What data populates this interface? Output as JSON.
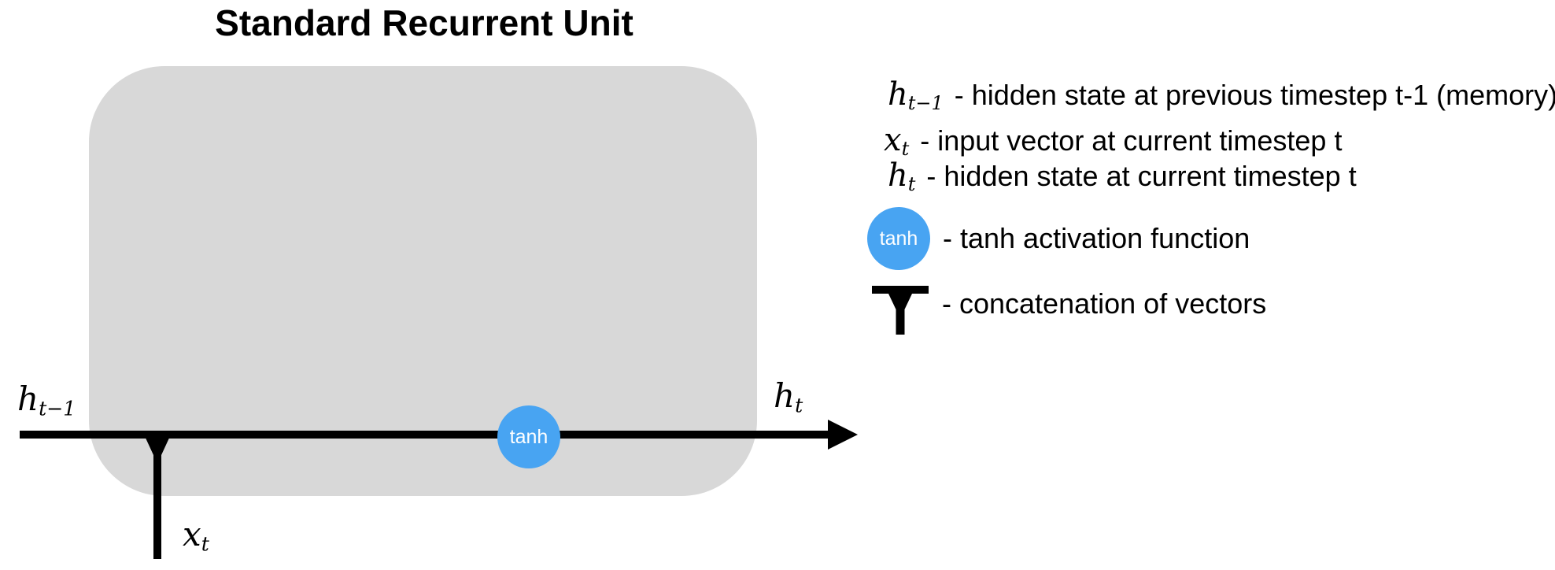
{
  "title": "Standard Recurrent Unit",
  "colors": {
    "accent_blue": "#48a4f2",
    "unit_gray": "#d8d8d8",
    "wire_black": "#000000"
  },
  "diagram": {
    "labels": {
      "prev_hidden": {
        "base": "h",
        "sub": "t−1"
      },
      "input": {
        "base": "x",
        "sub": "t"
      },
      "next_hidden": {
        "base": "h",
        "sub": "t"
      }
    },
    "tanh_node_label": "tanh"
  },
  "legend": {
    "items": [
      {
        "symbol_base": "h",
        "symbol_sub": "t−1",
        "text": "- hidden state at previous timestep t-1 (memory)"
      },
      {
        "symbol_base": "x",
        "symbol_sub": "t",
        "text": "- input vector at current timestep t"
      },
      {
        "symbol_base": "h",
        "symbol_sub": "t",
        "text": "- hidden state at current timestep t"
      },
      {
        "symbol_label": "tanh",
        "text": "- tanh activation function"
      },
      {
        "symbol_name": "concatenation-junction",
        "text": "- concatenation of vectors"
      }
    ]
  }
}
